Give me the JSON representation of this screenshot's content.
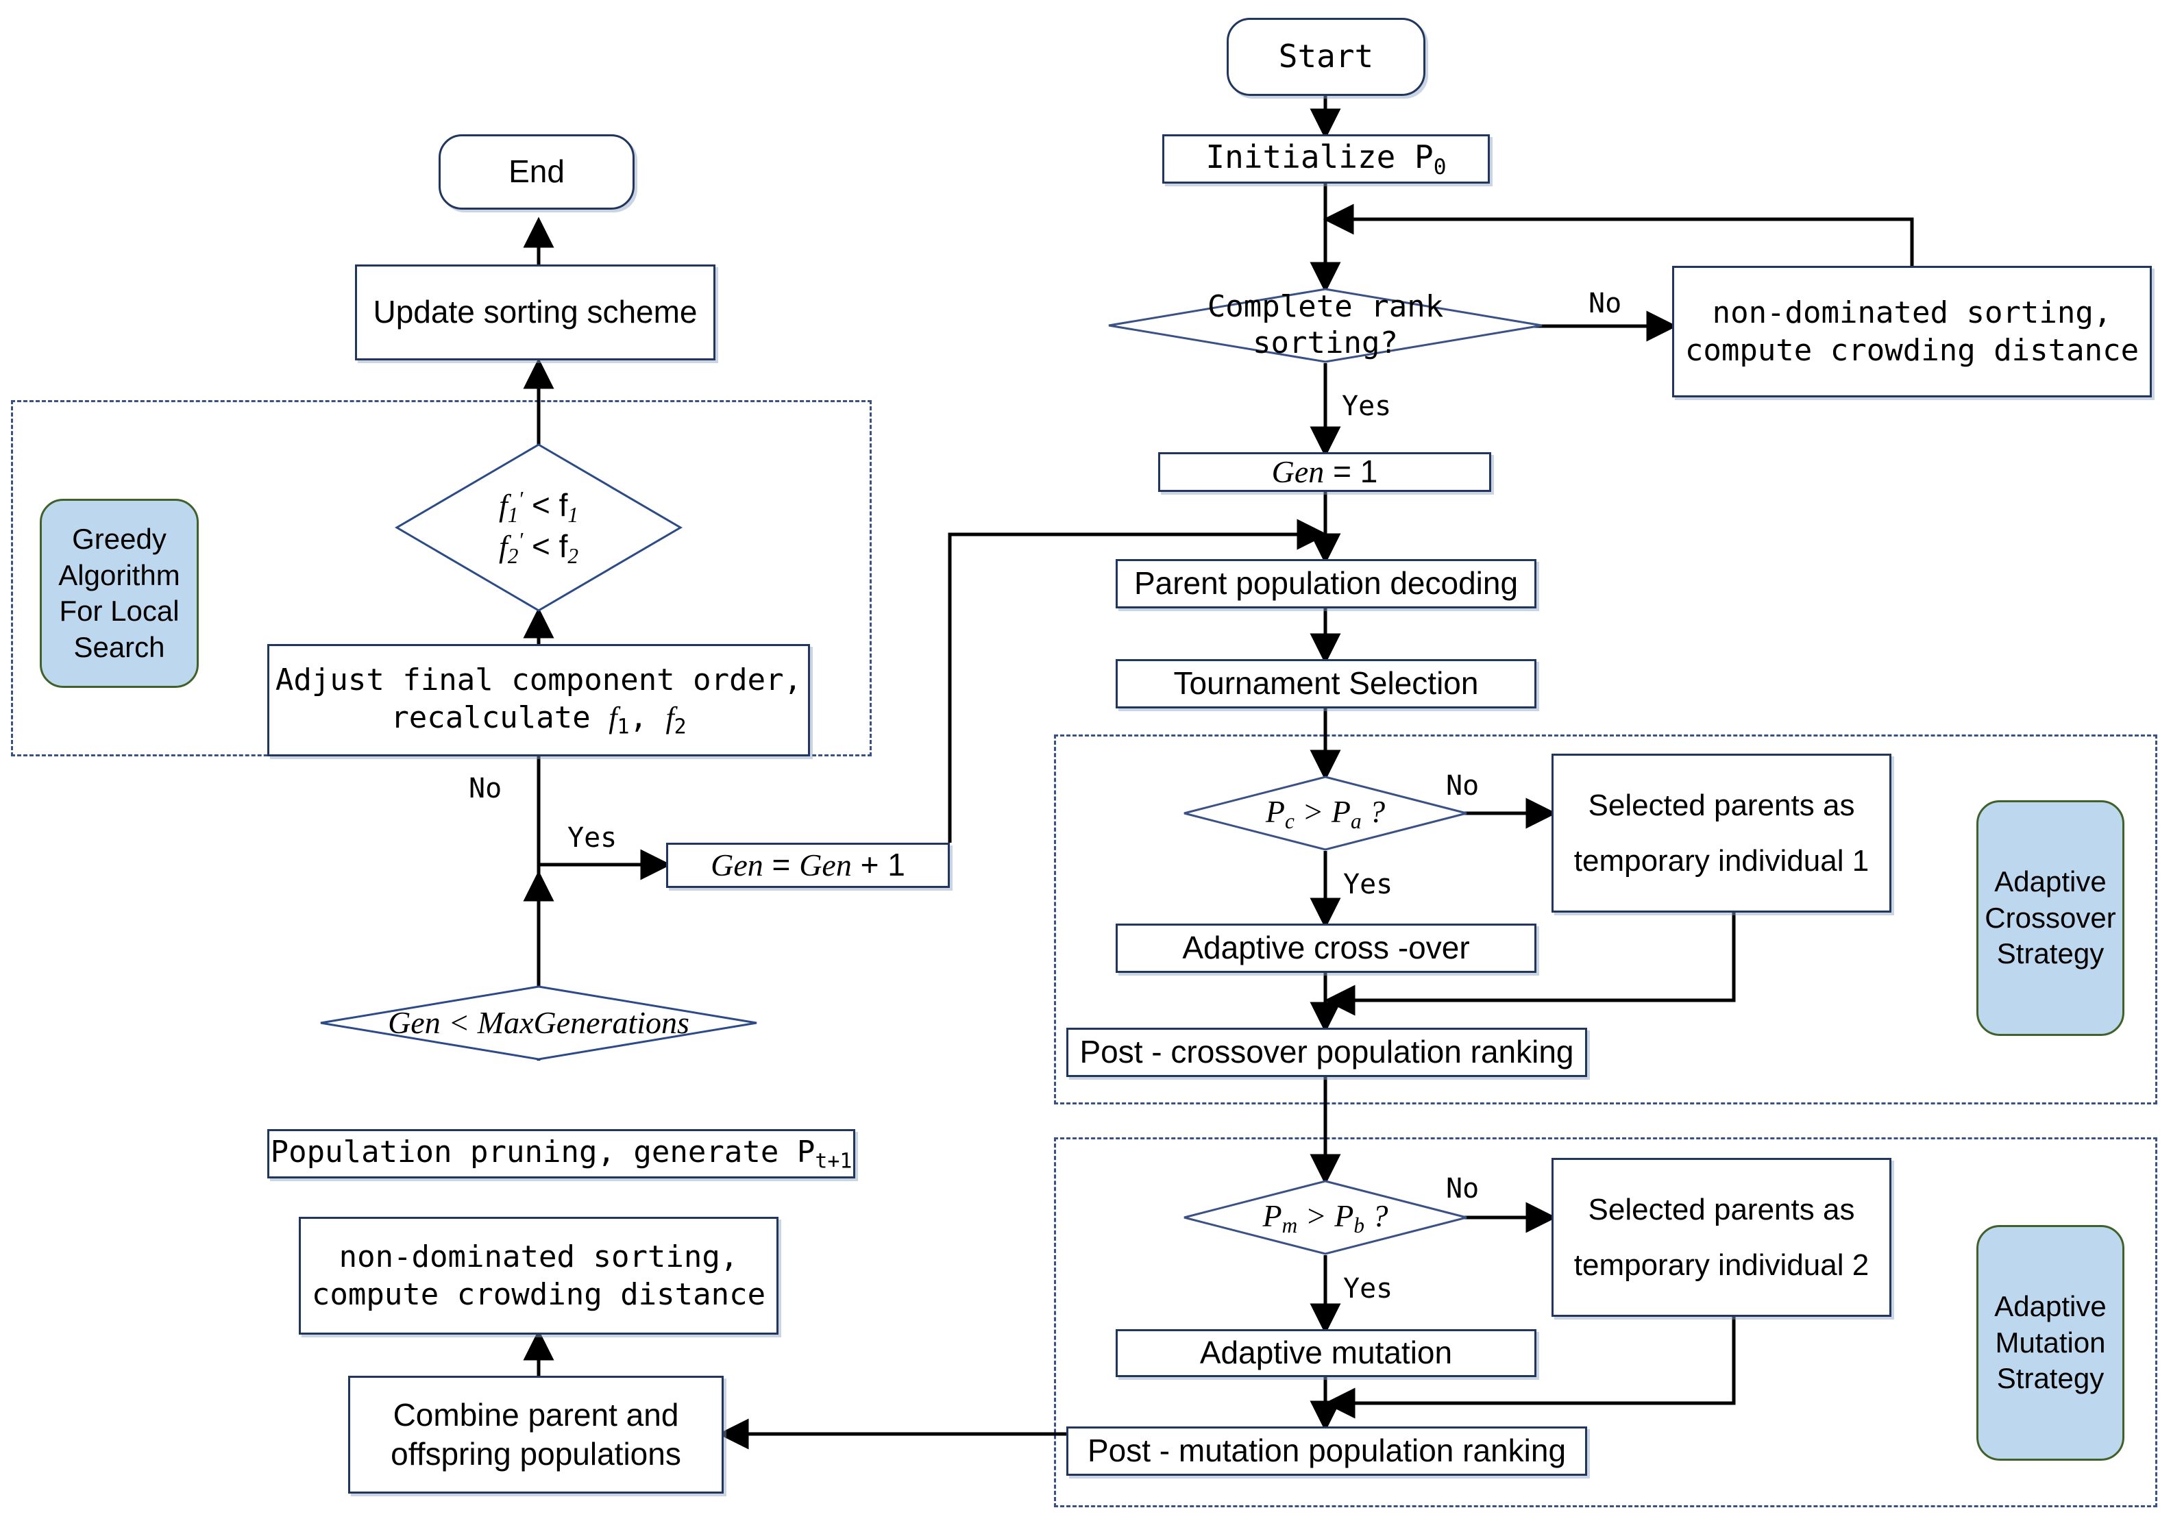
{
  "diagram": {
    "title": "NSGA-II with adaptive crossover/mutation and greedy local search flowchart",
    "colors": {
      "node_border": "#21365f",
      "group_fill": "#bdd7ee",
      "group_border": "#406129",
      "dash_border": "#3a5186",
      "arrow": "#000000",
      "background": "#ffffff"
    }
  },
  "nodes": {
    "start": "Start",
    "initialize": "Initialize P",
    "initialize_sub": "0",
    "complete_rank_sorting_l1": "Complete rank",
    "complete_rank_sorting_l2": "sorting?",
    "nds_top_l1": "non-dominated sorting,",
    "nds_top_l2": "compute crowding distance",
    "gen_eq_1_a": "Gen",
    "gen_eq_1_b": " = 1",
    "parent_decoding": "Parent population decoding",
    "tournament_selection": "Tournament Selection",
    "pc_gt_pa_a": "P",
    "pc_gt_pa_sub1": "c",
    "pc_gt_pa_b": " > P",
    "pc_gt_pa_sub2": "a",
    "pc_gt_pa_c": " ?",
    "temp_individual_1_l1": "Selected parents as",
    "temp_individual_1_l2": "temporary individual 1",
    "adaptive_crossover": "Adaptive cross -over",
    "post_crossover_ranking": "Post - crossover population ranking",
    "pm_gt_pb_a": "P",
    "pm_gt_pb_sub1": "m",
    "pm_gt_pb_b": " > P",
    "pm_gt_pb_sub2": "b",
    "pm_gt_pb_c": " ?",
    "temp_individual_2_l1": "Selected parents as",
    "temp_individual_2_l2": "temporary individual 2",
    "adaptive_mutation": "Adaptive mutation",
    "post_mutation_ranking": "Post - mutation population ranking",
    "combine_populations_l1": "Combine parent and",
    "combine_populations_l2": "offspring populations",
    "nds_bottom_l1": "non-dominated sorting,",
    "nds_bottom_l2": "compute crowding distance",
    "population_pruning_a": "Population pruning,  generate P",
    "population_pruning_sub": "t+1",
    "gen_lt_max": "Gen < MaxGenerations",
    "gen_increment_a": "Gen",
    "gen_increment_b": " = ",
    "gen_increment_c": "Gen",
    "gen_increment_d": " + 1",
    "adjust_component_l1": "Adjust final component order,",
    "adjust_component_l2a": "recalculate ",
    "adjust_component_f1": "f",
    "adjust_component_f1s": "1",
    "adjust_component_comma": ",  ",
    "adjust_component_f2": "f",
    "adjust_component_f2s": "2",
    "f_compare_l1_a": "f",
    "f_compare_l1_sub": "1",
    "f_compare_l1_prime": "′",
    "f_compare_l1_b": " < f",
    "f_compare_l1_sub2": "1",
    "f_compare_l2_a": "f",
    "f_compare_l2_sub": "2",
    "f_compare_l2_prime": "′",
    "f_compare_l2_b": " < f",
    "f_compare_l2_sub2": "2",
    "update_sorting_scheme": "Update sorting scheme",
    "end": "End"
  },
  "groups": {
    "greedy_l1": "Greedy",
    "greedy_l2": "Algorithm",
    "greedy_l3": "For Local",
    "greedy_l4": "Search",
    "crossover_l1": "Adaptive",
    "crossover_l2": "Crossover",
    "crossover_l3": "Strategy",
    "mutation_l1": "Adaptive",
    "mutation_l2": "Mutation",
    "mutation_l3": "Strategy"
  },
  "edge_labels": {
    "rank_no": "No",
    "rank_yes": "Yes",
    "pc_no": "No",
    "pc_yes": "Yes",
    "pm_no": "No",
    "pm_yes": "Yes",
    "f_no": "No",
    "gen_yes": "Yes"
  }
}
